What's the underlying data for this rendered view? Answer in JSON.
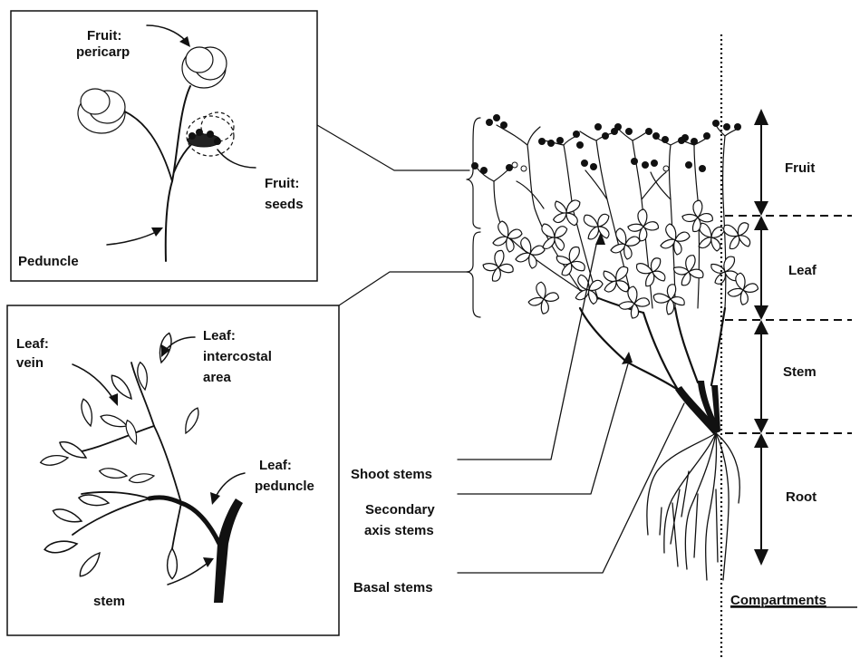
{
  "fruit_box": {
    "pericarp_line1": "Fruit:",
    "pericarp_line2": "pericarp",
    "seeds_line1": "Fruit:",
    "seeds_line2": "seeds",
    "peduncle": "Peduncle"
  },
  "leaf_box": {
    "vein_line1": "Leaf:",
    "vein_line2": "vein",
    "intercostal_line1": "Leaf:",
    "intercostal_line2": "intercostal",
    "intercostal_line3": "area",
    "peduncle_line1": "Leaf:",
    "peduncle_line2": "peduncle",
    "stem": "stem"
  },
  "stem_types": {
    "shoot": "Shoot stems",
    "secondary_line1": "Secondary",
    "secondary_line2": "axis stems",
    "basal": "Basal stems"
  },
  "compartments": {
    "title": "Compartments",
    "fruit": "Fruit",
    "leaf": "Leaf",
    "stem": "Stem",
    "root": "Root"
  }
}
